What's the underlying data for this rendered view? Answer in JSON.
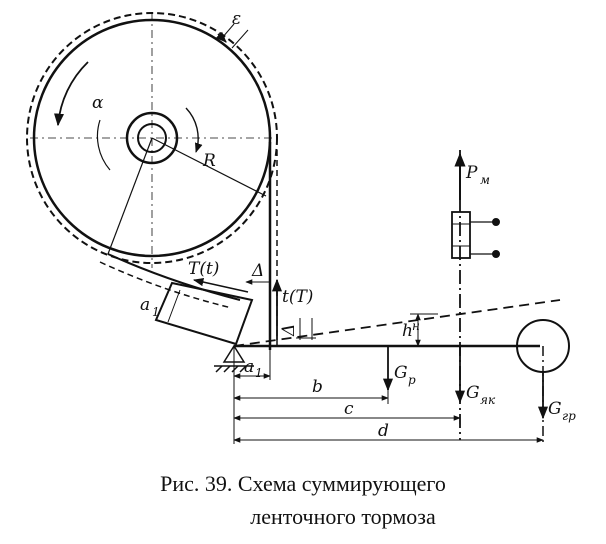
{
  "labels": {
    "epsilon": "ε",
    "alpha": "α",
    "R": "R",
    "T_t": "T(t)",
    "Delta_top": "Δ",
    "t_T": "t(T)",
    "a1_block": "a",
    "a1_block_sub": "1",
    "Delta_small": "Δ",
    "h_label": "h",
    "h_label_sub": "н",
    "a1_base": "a",
    "a1_base_sub": "1",
    "b": "b",
    "c": "c",
    "d": "d",
    "Gp": "G",
    "Gp_sub": "p",
    "Gyak": "G",
    "Gyak_sub": "як",
    "Ggr": "G",
    "Ggr_sub": "гр",
    "Pm": "P",
    "Pm_sub": "м"
  },
  "caption": {
    "line1": "Рис. 39. Схема суммирующего",
    "line2": "ленточного тормоза"
  }
}
